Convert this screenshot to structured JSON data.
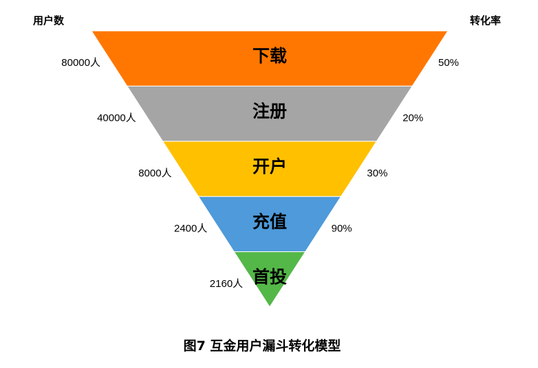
{
  "chart_data": {
    "type": "funnel",
    "title": "图7  互金用户漏斗转化模型",
    "left_header": "用户数",
    "right_header": "转化率",
    "stages": [
      {
        "label": "下载",
        "users": "80000人",
        "rate": "50%",
        "color": "#FF7700"
      },
      {
        "label": "注册",
        "users": "40000人",
        "rate": "20%",
        "color": "#A5A5A5"
      },
      {
        "label": "开户",
        "users": "8000人",
        "rate": "30%",
        "color": "#FFC000"
      },
      {
        "label": "充值",
        "users": "2400人",
        "rate": "90%",
        "color": "#4E9ADA"
      },
      {
        "label": "首投",
        "users": "2160人",
        "rate": null,
        "color": "#54B848"
      }
    ]
  }
}
